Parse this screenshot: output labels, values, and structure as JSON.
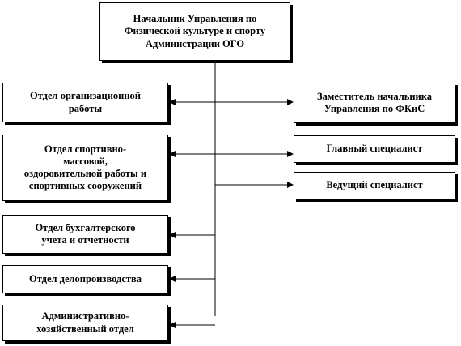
{
  "head": {
    "label": "Начальник Управления по\nФизической культуре и спорту\nАдминистрации ОГО"
  },
  "left_units": [
    {
      "label": "Отдел организационной\nработы"
    },
    {
      "label": "Отдел спортивно-\nмассовой,\nоздоровительной работы и\nспортивных сооружений"
    },
    {
      "label": "Отдел бухгалтерского\nучета и отчетности"
    },
    {
      "label": "Отдел делопроизводства"
    },
    {
      "label": "Административно-\nхозяйственный отдел"
    }
  ],
  "right_units": [
    {
      "label": "Заместитель начальника\nУправления по ФКиС"
    },
    {
      "label": "Главный специалист"
    },
    {
      "label": "Ведущий специалист"
    }
  ],
  "colors": {
    "line": "#000000",
    "box_border": "#000000",
    "box_shadow": "#000000",
    "background": "#ffffff"
  }
}
